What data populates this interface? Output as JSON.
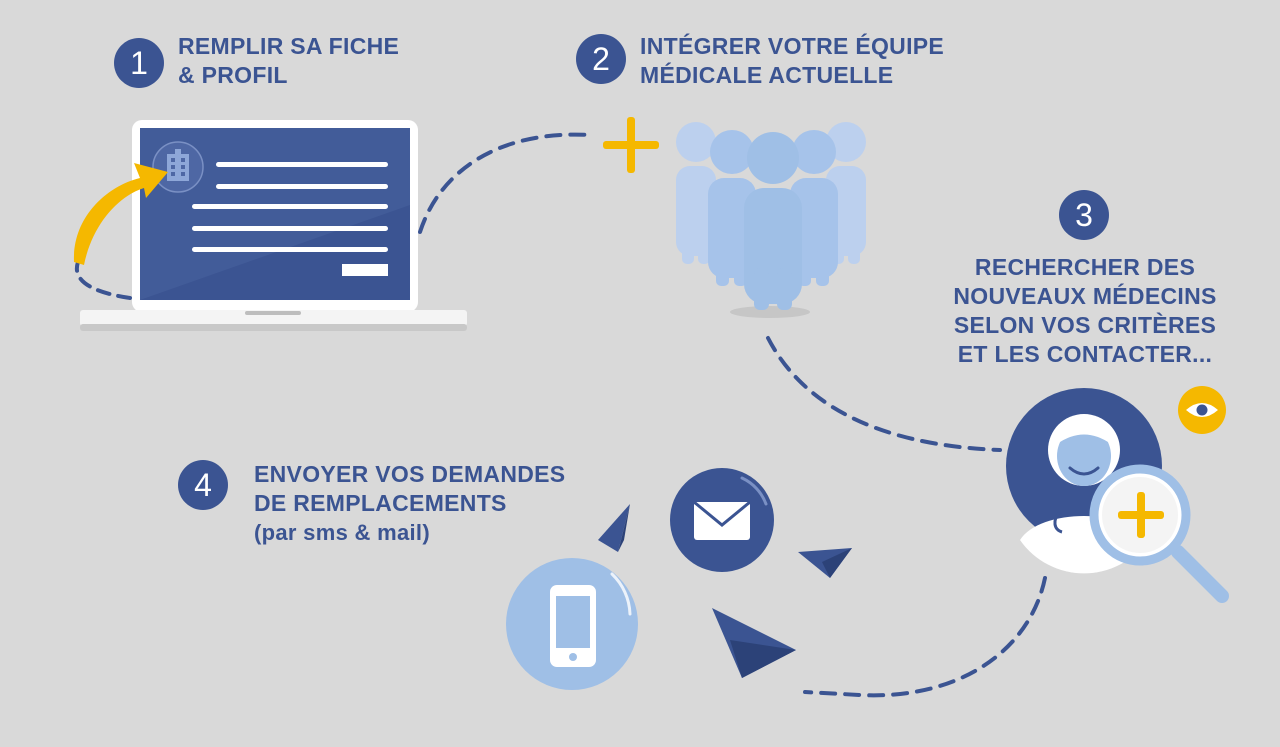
{
  "steps": [
    {
      "number": "1",
      "lines": [
        "REMPLIR SA FICHE",
        "& PROFIL"
      ]
    },
    {
      "number": "2",
      "lines": [
        "INTÉGRER VOTRE ÉQUIPE",
        "MÉDICALE ACTUELLE"
      ]
    },
    {
      "number": "3",
      "lines": [
        "RECHERCHER DES",
        "NOUVEAUX MÉDECINS",
        "SELON VOS CRITÈRES",
        "ET LES CONTACTER..."
      ]
    },
    {
      "number": "4",
      "lines": [
        "ENVOYER VOS DEMANDES",
        "DE REMPLACEMENTS"
      ],
      "sub": "(par sms & mail)"
    }
  ],
  "colors": {
    "background": "#d9d9d9",
    "primary": "#3b5492",
    "light_blue": "#9fbfe6",
    "accent_yellow": "#f5b800",
    "white": "#ffffff"
  },
  "icons": [
    "laptop-icon",
    "hospital-icon",
    "arrow-icon",
    "plus-icon",
    "team-icon",
    "doctor-icon",
    "magnifier-icon",
    "eye-icon",
    "mail-icon",
    "phone-icon",
    "paper-plane-icon"
  ]
}
